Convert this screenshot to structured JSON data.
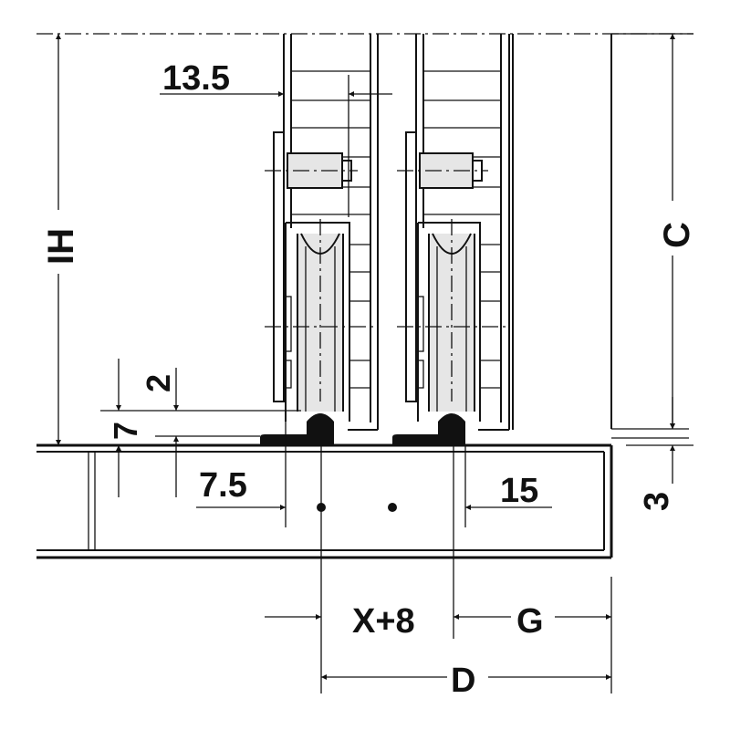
{
  "diagram": {
    "colors": {
      "line": "#111111",
      "shade": "#e6e6e6",
      "background": "#ffffff"
    },
    "dimensions": {
      "d13_5": "13.5",
      "ih": "IH",
      "c": "C",
      "d2": "2",
      "d7": "7",
      "d7_5": "7.5",
      "d15": "15",
      "d3": "3",
      "x8": "X+8",
      "g": "G",
      "d": "D"
    }
  }
}
